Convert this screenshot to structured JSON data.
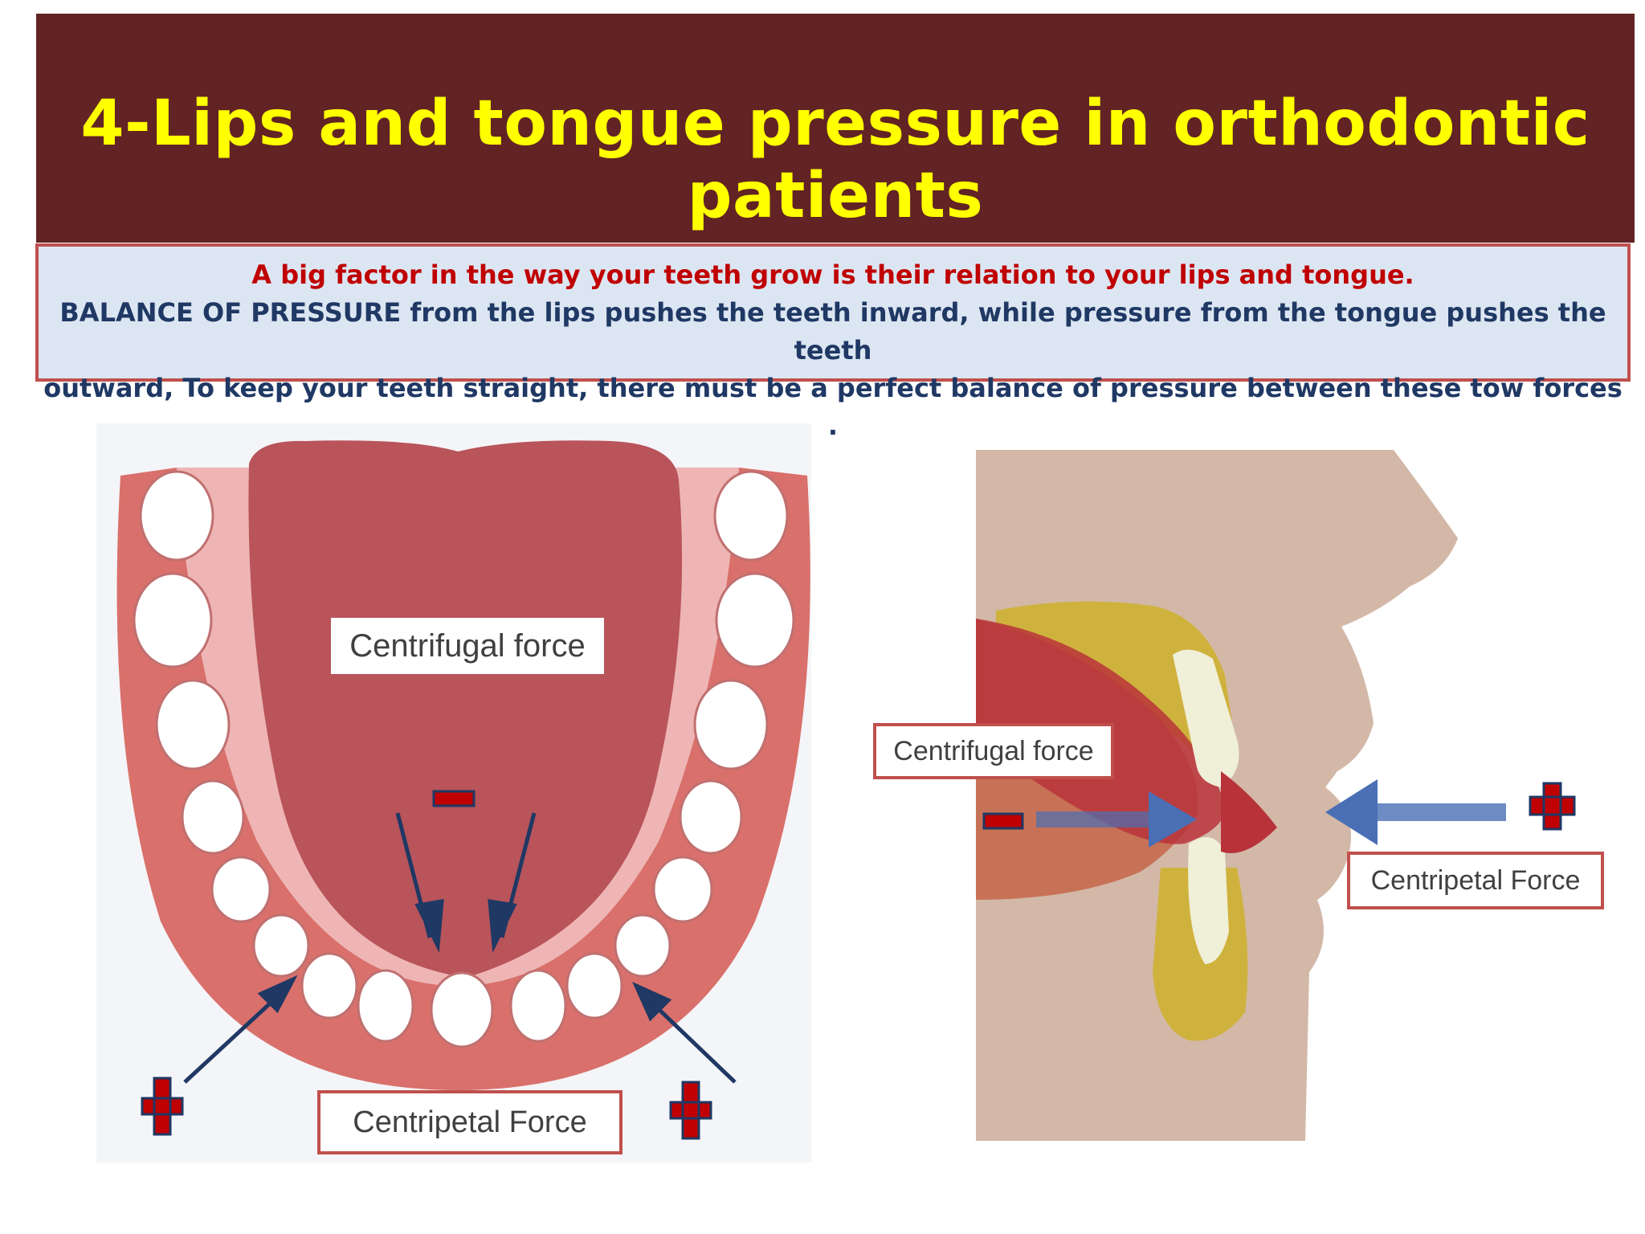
{
  "header": {
    "title": "4-Lips and tongue pressure in orthodontic patients"
  },
  "info": {
    "line1": "A big factor in the way your teeth grow is their relation to your lips and tongue.",
    "line2": "BALANCE OF PRESSURE from the lips pushes the teeth inward, while pressure from the tongue pushes the teeth",
    "line3": "outward, To keep your teeth straight, there must be a perfect balance of pressure between these tow forces ."
  },
  "left_diagram": {
    "centrifugal_label": "Centrifugal force",
    "centripetal_label": "Centripetal Force"
  },
  "right_diagram": {
    "centrifugal_label": "Centrifugal force",
    "centripetal_label": "Centripetal Force"
  },
  "colors": {
    "title_bar": "#622324",
    "title_text": "#ffff00",
    "info_bg": "#dce6f2",
    "info_border": "#c0504d",
    "plus_sign": "#c00000",
    "arrow": "#1f3864"
  }
}
